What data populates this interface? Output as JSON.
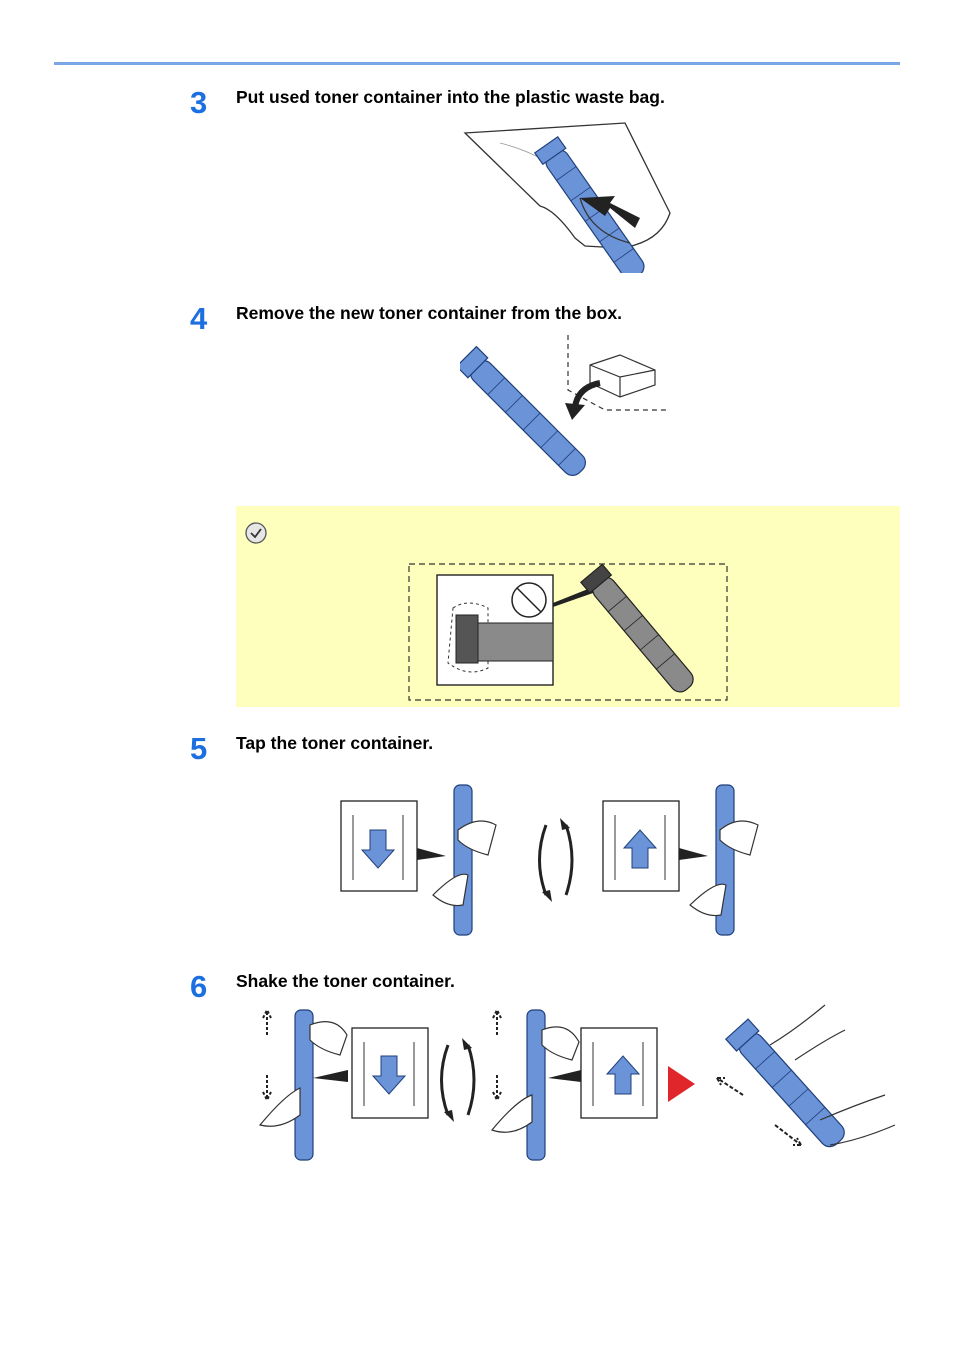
{
  "colors": {
    "accent": "#1b6fe0",
    "rule": "#7aa6e8",
    "note_bg": "#ffffbd",
    "toner_blue": "#6b93d8",
    "arrow_red": "#e0262b"
  },
  "steps": [
    {
      "number": "3",
      "text": "Put used toner container into the plastic waste bag."
    },
    {
      "number": "4",
      "text": "Remove the new toner container from the box."
    },
    {
      "number": "5",
      "text": "Tap the toner container."
    },
    {
      "number": "6",
      "text": "Shake the toner container."
    }
  ],
  "note": {
    "icon": "checkmark-circle-icon"
  }
}
